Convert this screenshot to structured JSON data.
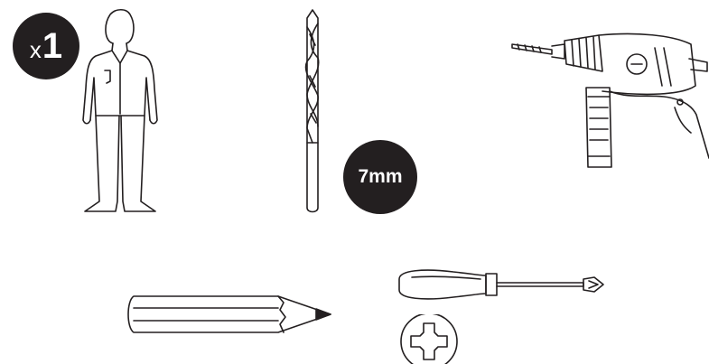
{
  "people": {
    "prefix": "x",
    "count": "1"
  },
  "drill_bit": {
    "size": "7mm"
  },
  "icons": [
    "person-icon",
    "drill-bit-icon",
    "power-drill-icon",
    "pencil-icon",
    "screwdriver-icon",
    "phillips-head-icon"
  ],
  "colors": {
    "badge": "#231f20",
    "line": "#231f20",
    "background": "#ffffff"
  }
}
